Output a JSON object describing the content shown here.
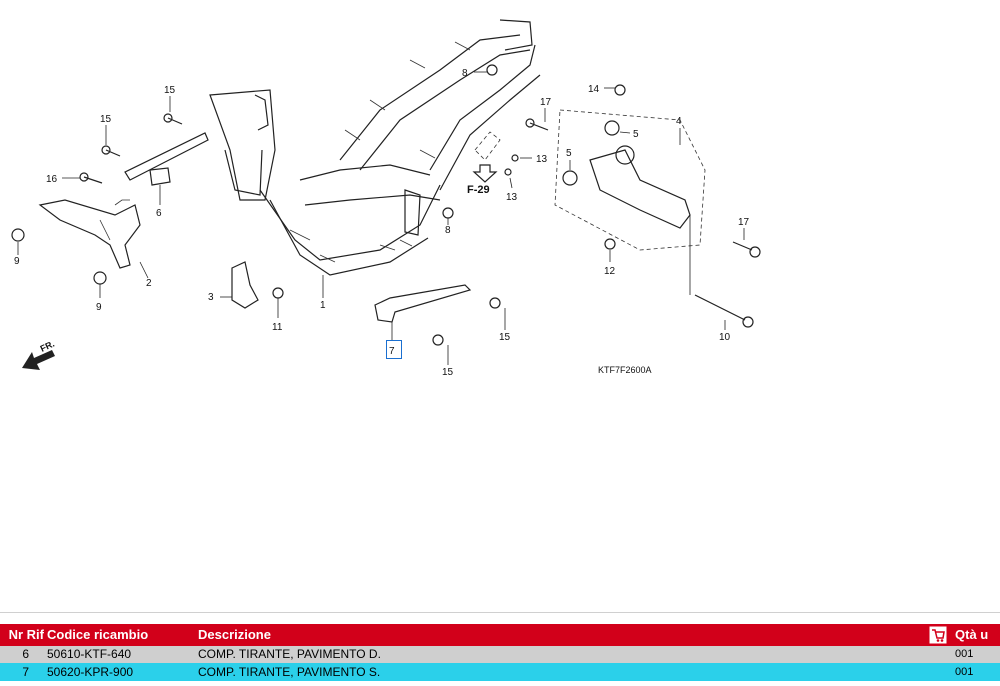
{
  "diagram": {
    "callouts": [
      "1",
      "2",
      "3",
      "4",
      "5",
      "5",
      "6",
      "7",
      "8",
      "8",
      "9",
      "9",
      "10",
      "11",
      "12",
      "13",
      "13",
      "14",
      "15",
      "15",
      "15",
      "15",
      "16",
      "17",
      "17"
    ],
    "ref_label": "F-29",
    "direction_label": "FR.",
    "diagram_code": "KTF7F2600A",
    "highlight_ref": "7"
  },
  "table": {
    "headers": {
      "nr": "Nr Rif",
      "code": "Codice ricambio",
      "desc": "Descrizione",
      "qty": "Qtà u"
    },
    "rows": [
      {
        "nr": "6",
        "code": "50610-KTF-640",
        "desc": "COMP. TIRANTE, PAVIMENTO D.",
        "qty": "001"
      },
      {
        "nr": "7",
        "code": "50620-KPR-900",
        "desc": "COMP. TIRANTE, PAVIMENTO S.",
        "qty": "001"
      }
    ],
    "colors": {
      "header_bg": "#d2001a",
      "row_selected_bg": "#2bd0ea",
      "row_bg": "#cfcfcf"
    }
  }
}
